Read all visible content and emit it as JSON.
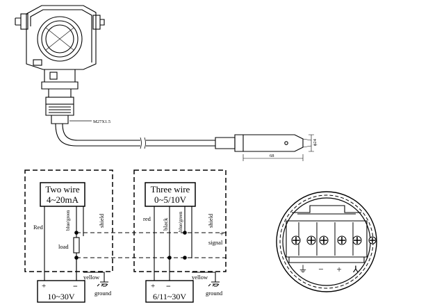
{
  "transmitter": {
    "thread_label": "M27X1.5",
    "length_label": "68",
    "diameter_label": "ϕ24"
  },
  "two_wire": {
    "title_line1": "Two wire",
    "title_line2": "4~20mA",
    "wire_red": "Red",
    "wire_blue": "blue/green",
    "shield": "shield",
    "load": "load",
    "yellow": "yellow",
    "ground": "ground",
    "plus": "+",
    "minus": "−",
    "supply": "10~30V"
  },
  "three_wire": {
    "title_line1": "Three wire",
    "title_line2": "0~5/10V",
    "wire_red": "red",
    "wire_black": "black",
    "wire_blue": "blue/green",
    "shield": "shield",
    "signal_plus": "+",
    "signal": "signal",
    "yellow": "yellow",
    "ground": "ground",
    "plus": "+",
    "minus": "−",
    "supply": "6/11~30V"
  },
  "terminal": {
    "labels": [
      "⏚",
      "−",
      "+",
      "⅄"
    ]
  }
}
